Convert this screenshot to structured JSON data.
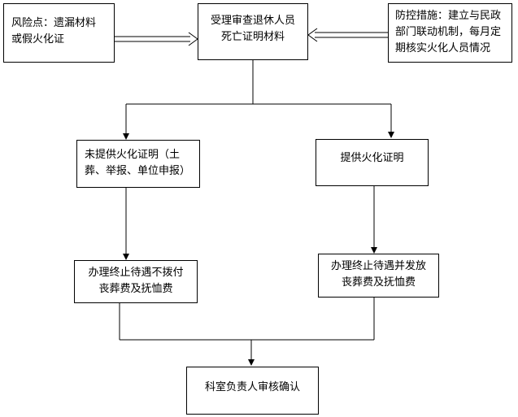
{
  "diagram": {
    "risk_point": [
      "风险点：遗漏材料",
      "或假火化证"
    ],
    "step_review": [
      "受理审查退休人员",
      "死亡证明材料"
    ],
    "prevention": [
      "防控措施：建立与民政",
      "部门联动机制，每月定",
      "期核实火化人员情况"
    ],
    "branch_no_cert": [
      "未提供火化证明（土",
      "葬、举报、单位申报）"
    ],
    "branch_with_cert": [
      "提供火化证明"
    ],
    "outcome_no_pay": [
      "办理终止待遇不拨付",
      "丧葬费及抚恤费"
    ],
    "outcome_pay": [
      "办理终止待遇并发放",
      "丧葬费及抚恤费"
    ],
    "final_confirm": [
      "科室负责人审核确认"
    ]
  }
}
